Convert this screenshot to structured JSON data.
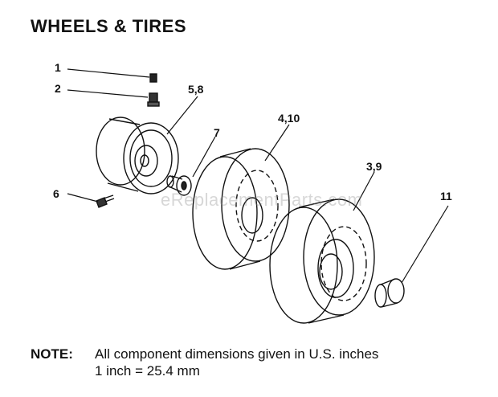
{
  "title": "WHEELS & TIRES",
  "callouts": [
    "1",
    "2",
    "5,8",
    "7",
    "4,10",
    "3,9",
    "6",
    "11"
  ],
  "watermark": "eReplacementParts.com",
  "note": {
    "label": "NOTE:",
    "line1": "All component dimensions given in U.S. inches",
    "line2": "1 inch = 25.4 mm"
  }
}
